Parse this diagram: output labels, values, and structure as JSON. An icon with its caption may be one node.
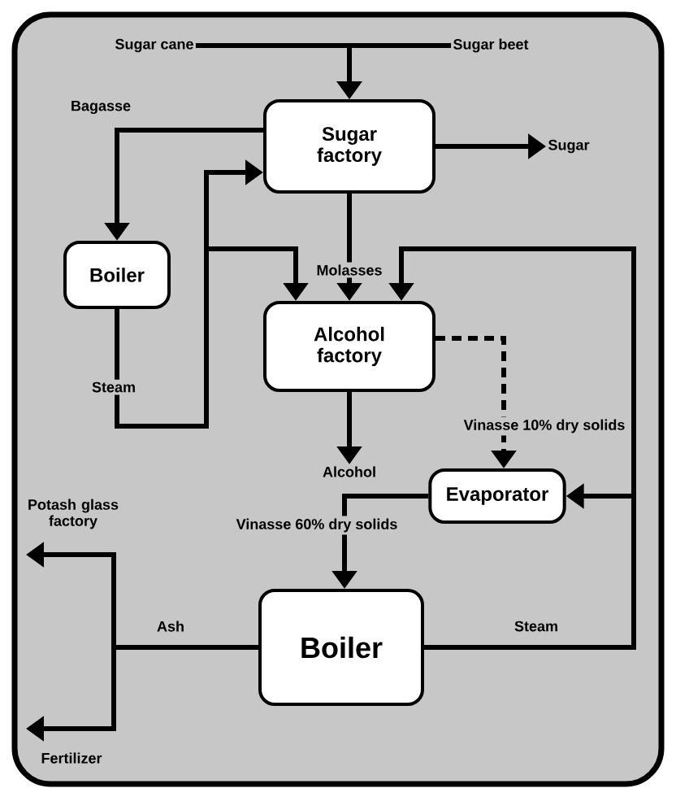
{
  "diagram": {
    "nodes": [
      {
        "text": [
          "Sugar cane"
        ]
      },
      {
        "text": [
          "Sugar beet"
        ]
      },
      {
        "text": [
          "Sugar factory"
        ]
      },
      {
        "text": [
          "Sugar"
        ]
      },
      {
        "text": [
          "Boiler"
        ]
      },
      {
        "text": [
          "Alcohol factory"
        ]
      },
      {
        "text": [
          "Alcohol"
        ]
      },
      {
        "text": [
          "Evaporator"
        ]
      },
      {
        "text": [
          "Boiler"
        ]
      },
      {
        "text": [
          "Potash glass factory"
        ]
      },
      {
        "text": [
          "Fertilizer"
        ]
      }
    ],
    "edges": [
      {
        "from": 0,
        "to": 2,
        "arrow": "to"
      },
      {
        "from": 1,
        "to": 2,
        "arrow": "to"
      },
      {
        "from": 2,
        "to": 3,
        "arrow": "to"
      },
      {
        "from": 2,
        "to": 4,
        "arrow": "to",
        "label": "Bagasse"
      },
      {
        "from": 2,
        "to": 5,
        "arrow": "to",
        "label": "Molasses"
      },
      {
        "from": 4,
        "to": 2,
        "arrow": "to",
        "label": "Steam"
      },
      {
        "from": 4,
        "to": 5,
        "arrow": "to"
      },
      {
        "from": 5,
        "to": 6,
        "arrow": "to"
      },
      {
        "from": 5,
        "to": 7,
        "arrow": "to",
        "style": "dashed",
        "label": "Vinasse 10% dry solids"
      },
      {
        "from": 7,
        "to": 8,
        "arrow": "to",
        "label": "Vinasse 60% dry solids"
      },
      {
        "from": 8,
        "to": 9,
        "arrow": "to",
        "label": "Ash"
      },
      {
        "from": 8,
        "to": 10,
        "arrow": "to"
      },
      {
        "from": 8,
        "to": 5,
        "arrow": "to",
        "label": "Steam"
      },
      {
        "from": 8,
        "to": 7,
        "arrow": "to"
      }
    ]
  }
}
